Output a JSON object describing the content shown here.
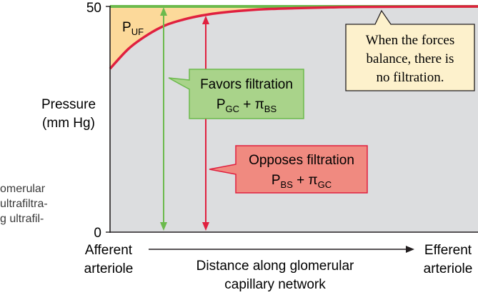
{
  "chart_data": {
    "type": "line",
    "ylabel_line1": "Pressure",
    "ylabel_line2": "(mm Hg)",
    "ylim": [
      0,
      50
    ],
    "yticks": [
      "0",
      "50"
    ],
    "xlabel_line1": "Distance along glomerular",
    "xlabel_line2": "capillary network",
    "xstart_line1": "Afferent",
    "xstart_line2": "arteriole",
    "xend_line1": "Efferent",
    "xend_line2": "arteriole",
    "series": [
      {
        "name": "Favors filtration",
        "values_fraction_of_distance": [
          0,
          1
        ],
        "values": [
          50,
          50
        ],
        "color": "#6cba4d"
      },
      {
        "name": "Opposes filtration",
        "values_fraction_of_distance": [
          0,
          0.05,
          0.1,
          0.15,
          0.2,
          0.25,
          0.3,
          0.4,
          0.5,
          0.6,
          0.7,
          1.0
        ],
        "values": [
          36.2,
          40.6,
          43.6,
          45.8,
          47.1,
          48.0,
          48.6,
          49.3,
          49.6,
          49.8,
          49.9,
          50.0
        ],
        "color": "#e0203f"
      }
    ],
    "region_label": {
      "main": "P",
      "sub": "UF"
    },
    "favors_box": {
      "title": "Favors filtration",
      "p": "P",
      "p_sub": "GC",
      "plus": " + ",
      "pi": "π",
      "pi_sub": "BS"
    },
    "opposes_box": {
      "title": "Opposes filtration",
      "p": "P",
      "p_sub": "BS",
      "plus": " + ",
      "pi": "π",
      "pi_sub": "GC"
    },
    "callout_lines": [
      "When the forces",
      "balance, there is",
      "no filtration."
    ],
    "cropped_caption_lines": [
      "omerular",
      "ultrafiltra-",
      "g ultrafil-"
    ],
    "colors": {
      "plot_bg": "#dcdddf",
      "uf_fill": "#fcd99a",
      "favors_box_fill": "#a9d38a",
      "opposes_box_fill": "#f08a80",
      "callout_fill": "#fdf1cc"
    }
  }
}
